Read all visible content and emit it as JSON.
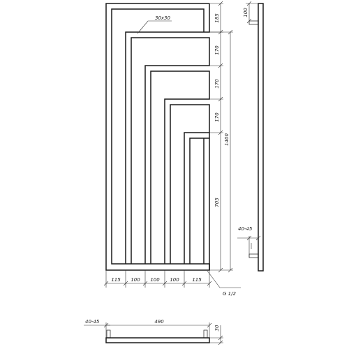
{
  "drawing": {
    "front_view": {
      "profile_label": "30x30",
      "vertical_dims": [
        "185",
        "170",
        "170",
        "170",
        "705"
      ],
      "overall_height": "1400",
      "horizontal_dims": [
        "115",
        "100",
        "100",
        "100",
        "115"
      ],
      "thread_label": "G 1/2"
    },
    "side_view": {
      "top_offset": "100",
      "wall_distance": "40-45"
    },
    "bottom_view": {
      "wall_distance": "40-45",
      "overall_width": "490",
      "depth": "30"
    }
  },
  "colors": {
    "line": "#1a1a1a",
    "background": "#ffffff"
  }
}
